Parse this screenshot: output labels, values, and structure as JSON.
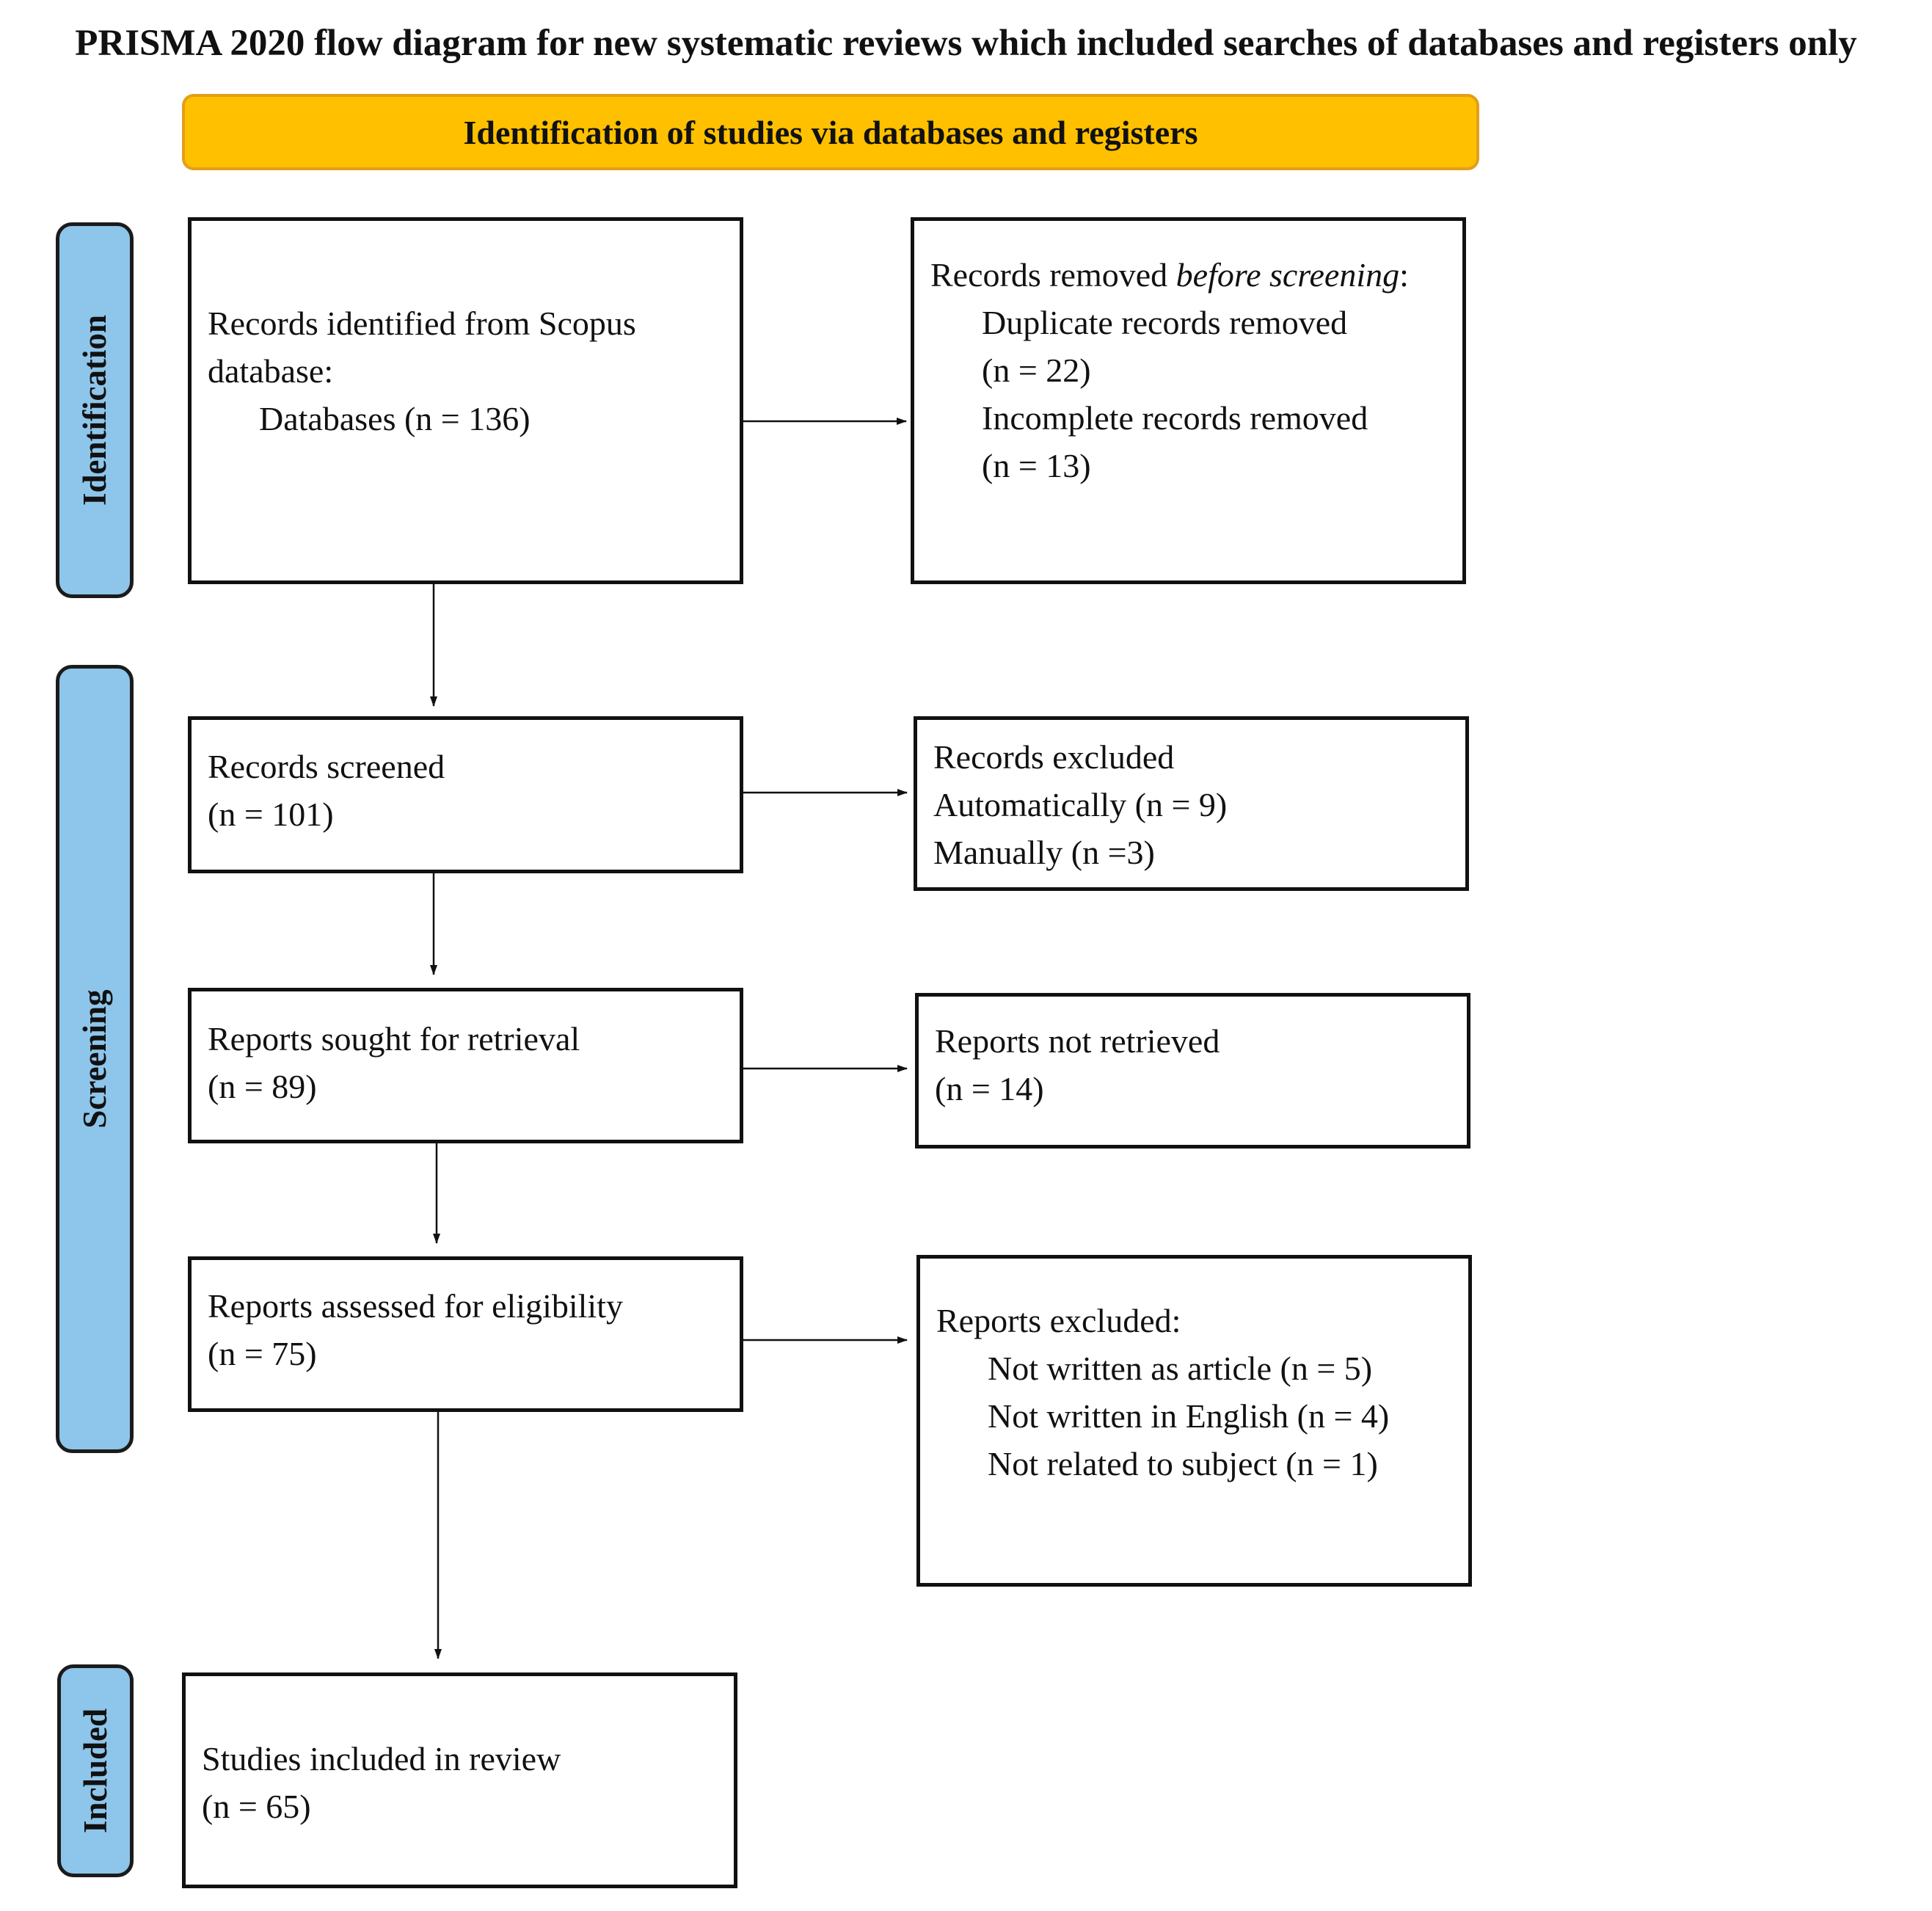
{
  "title": "PRISMA 2020 flow diagram for new systematic reviews which included searches of databases and registers only",
  "banner": "Identification of studies via databases and registers",
  "phases": {
    "identification": "Identification",
    "screening": "Screening",
    "included": "Included"
  },
  "boxes": {
    "identified": {
      "line1": "Records identified from Scopus",
      "line2": "database:",
      "line3": "Databases (n = 136)"
    },
    "removed": {
      "heading_a": "Records removed ",
      "heading_em": "before screening",
      "heading_b": ":",
      "line2": "Duplicate records removed",
      "line3": "(n = 22)",
      "line4": "Incomplete records removed",
      "line5": "(n = 13)"
    },
    "screened": {
      "line1": "Records screened",
      "line2": "(n = 101)"
    },
    "excluded": {
      "line1": "Records excluded",
      "line2": "Automatically (n = 9)",
      "line3": "Manually (n =3)"
    },
    "sought": {
      "line1": "Reports sought for retrieval",
      "line2": "(n = 89)"
    },
    "not_retrieved": {
      "line1": "Reports not retrieved",
      "line2": "(n = 14)"
    },
    "assessed": {
      "line1": "Reports assessed for eligibility",
      "line2": "(n = 75)"
    },
    "reports_excluded": {
      "line1": "Reports excluded:",
      "line2": "Not written as article (n = 5)",
      "line3": "Not written in English (n = 4)",
      "line4": "Not related to subject (n = 1)"
    },
    "included": {
      "line1": "Studies included in review",
      "line2": "(n = 65)"
    }
  }
}
